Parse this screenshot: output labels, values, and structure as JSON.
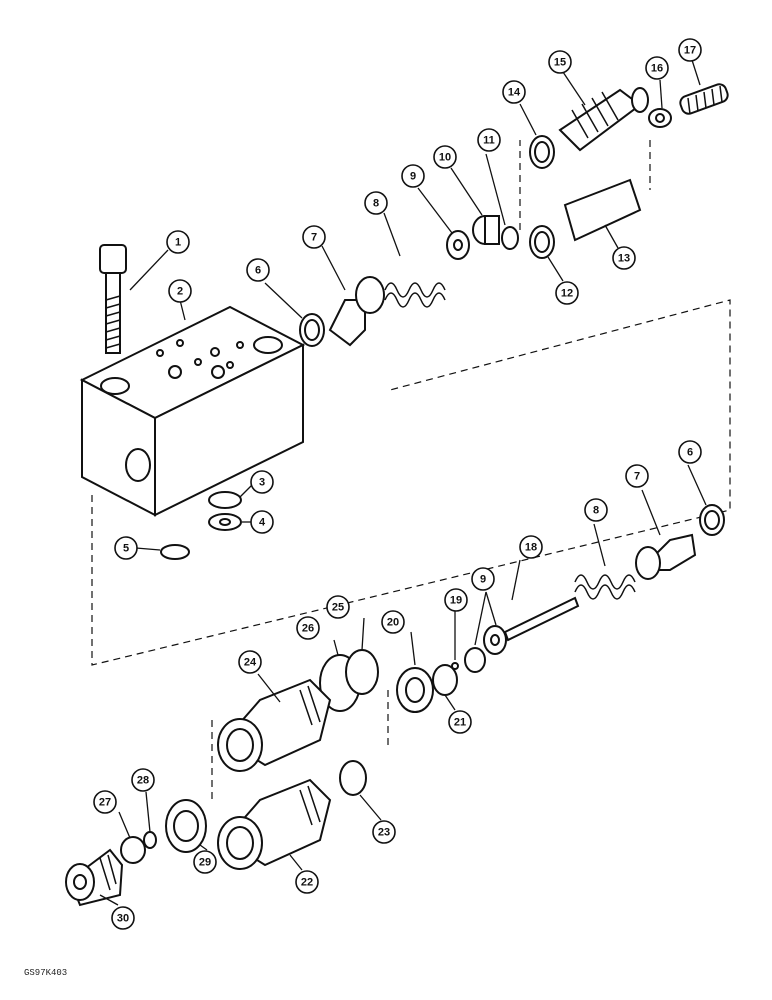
{
  "reference_code": "GS97K403",
  "callouts": [
    {
      "label": "1"
    },
    {
      "label": "2"
    },
    {
      "label": "3"
    },
    {
      "label": "4"
    },
    {
      "label": "5"
    },
    {
      "label": "6"
    },
    {
      "label": "7"
    },
    {
      "label": "8"
    },
    {
      "label": "9"
    },
    {
      "label": "10"
    },
    {
      "label": "11"
    },
    {
      "label": "12"
    },
    {
      "label": "13"
    },
    {
      "label": "14"
    },
    {
      "label": "15"
    },
    {
      "label": "16"
    },
    {
      "label": "17"
    },
    {
      "label": "18"
    },
    {
      "label": "19"
    },
    {
      "label": "20"
    },
    {
      "label": "21"
    },
    {
      "label": "22"
    },
    {
      "label": "23"
    },
    {
      "label": "24"
    },
    {
      "label": "25"
    },
    {
      "label": "26"
    },
    {
      "label": "27"
    },
    {
      "label": "28"
    },
    {
      "label": "29"
    },
    {
      "label": "30"
    },
    {
      "label": "6"
    },
    {
      "label": "7"
    },
    {
      "label": "8"
    },
    {
      "label": "9"
    }
  ]
}
